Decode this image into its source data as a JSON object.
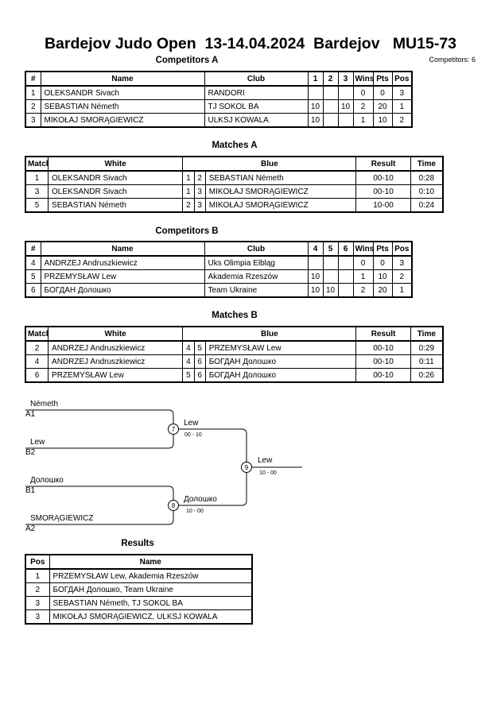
{
  "title": "Bardejov Judo Open  13-14.04.2024  Bardejov   MU15-73",
  "competitors_count": "Competitors: 6",
  "competitors_a": {
    "heading": "Competitors A",
    "columns": [
      "#",
      "Name",
      "Club",
      "1",
      "2",
      "3",
      "Wins",
      "Pts",
      "Pos"
    ],
    "rows": [
      {
        "num": "1",
        "name": "OLEKSANDR Sivach",
        "club": "RANDORI",
        "s1": "",
        "s2": "",
        "s3": "",
        "wins": "0",
        "pts": "0",
        "pos": "3"
      },
      {
        "num": "2",
        "name": "SEBASTIAN Németh",
        "club": "TJ SOKOL BA",
        "s1": "10",
        "s2": "",
        "s3": "10",
        "wins": "2",
        "pts": "20",
        "pos": "1"
      },
      {
        "num": "3",
        "name": "MIKOŁAJ SMORĄGIEWICZ",
        "club": "ULKSJ KOWALA",
        "s1": "10",
        "s2": "",
        "s3": "",
        "wins": "1",
        "pts": "10",
        "pos": "2"
      }
    ]
  },
  "matches_a": {
    "heading": "Matches A",
    "columns": [
      "Match",
      "White",
      "Blue",
      "Result",
      "Time"
    ],
    "rows": [
      {
        "match": "1",
        "white": "OLEKSANDR Sivach",
        "wn": "1",
        "bn": "2",
        "blue": "SEBASTIAN Németh",
        "result": "00-10",
        "time": "0:28"
      },
      {
        "match": "3",
        "white": "OLEKSANDR Sivach",
        "wn": "1",
        "bn": "3",
        "blue": "MIKOŁAJ SMORĄGIEWICZ",
        "result": "00-10",
        "time": "0:10"
      },
      {
        "match": "5",
        "white": "SEBASTIAN Németh",
        "wn": "2",
        "bn": "3",
        "blue": "MIKOŁAJ SMORĄGIEWICZ",
        "result": "10-00",
        "time": "0:24"
      }
    ]
  },
  "competitors_b": {
    "heading": "Competitors B",
    "columns": [
      "#",
      "Name",
      "Club",
      "4",
      "5",
      "6",
      "Wins",
      "Pts",
      "Pos"
    ],
    "rows": [
      {
        "num": "4",
        "name": "ANDRZEJ Andruszkiewicz",
        "club": "Uks Olimpia Elbląg",
        "s1": "",
        "s2": "",
        "s3": "",
        "wins": "0",
        "pts": "0",
        "pos": "3"
      },
      {
        "num": "5",
        "name": "PRZEMYSŁAW Lew",
        "club": "Akademia Rzeszów",
        "s1": "10",
        "s2": "",
        "s3": "",
        "wins": "1",
        "pts": "10",
        "pos": "2"
      },
      {
        "num": "6",
        "name": "БОГДАН Долошко",
        "club": "Team Ukraine",
        "s1": "10",
        "s2": "10",
        "s3": "",
        "wins": "2",
        "pts": "20",
        "pos": "1"
      }
    ]
  },
  "matches_b": {
    "heading": "Matches B",
    "columns": [
      "Match",
      "White",
      "Blue",
      "Result",
      "Time"
    ],
    "rows": [
      {
        "match": "2",
        "white": "ANDRZEJ Andruszkiewicz",
        "wn": "4",
        "bn": "5",
        "blue": "PRZEMYSŁAW Lew",
        "result": "00-10",
        "time": "0:29"
      },
      {
        "match": "4",
        "white": "ANDRZEJ Andruszkiewicz",
        "wn": "4",
        "bn": "6",
        "blue": "БОГДАН Долошко",
        "result": "00-10",
        "time": "0:11"
      },
      {
        "match": "6",
        "white": "PRZEMYSŁAW Lew",
        "wn": "5",
        "bn": "6",
        "blue": "БОГДАН Долошко",
        "result": "00-10",
        "time": "0:26"
      }
    ]
  },
  "bracket": {
    "sf1_top": {
      "name": "Németh",
      "seed": "A1"
    },
    "sf1_bottom": {
      "name": "Lew",
      "seed": "B2"
    },
    "sf2_top": {
      "name": "Долошко",
      "seed": "B1"
    },
    "sf2_bottom": {
      "name": "SMORĄGIEWICZ",
      "seed": "A2"
    },
    "match7": {
      "num": "7",
      "winner": "Lew",
      "score": "00 - 10"
    },
    "match8": {
      "num": "8",
      "winner": "Долошко",
      "score": "10 - 00"
    },
    "match9": {
      "num": "9",
      "winner": "Lew",
      "score": "10 - 00"
    }
  },
  "results": {
    "heading": "Results",
    "columns": [
      "Pos",
      "Name"
    ],
    "rows": [
      {
        "pos": "1",
        "name": "PRZEMYSŁAW Lew, Akademia Rzeszów"
      },
      {
        "pos": "2",
        "name": "БОГДАН Долошко, Team Ukraine"
      },
      {
        "pos": "3",
        "name": "SEBASTIAN Németh, TJ SOKOL BA"
      },
      {
        "pos": "3",
        "name": "MIKOŁAJ SMORĄGIEWICZ, ULKSJ KOWALA"
      }
    ]
  }
}
